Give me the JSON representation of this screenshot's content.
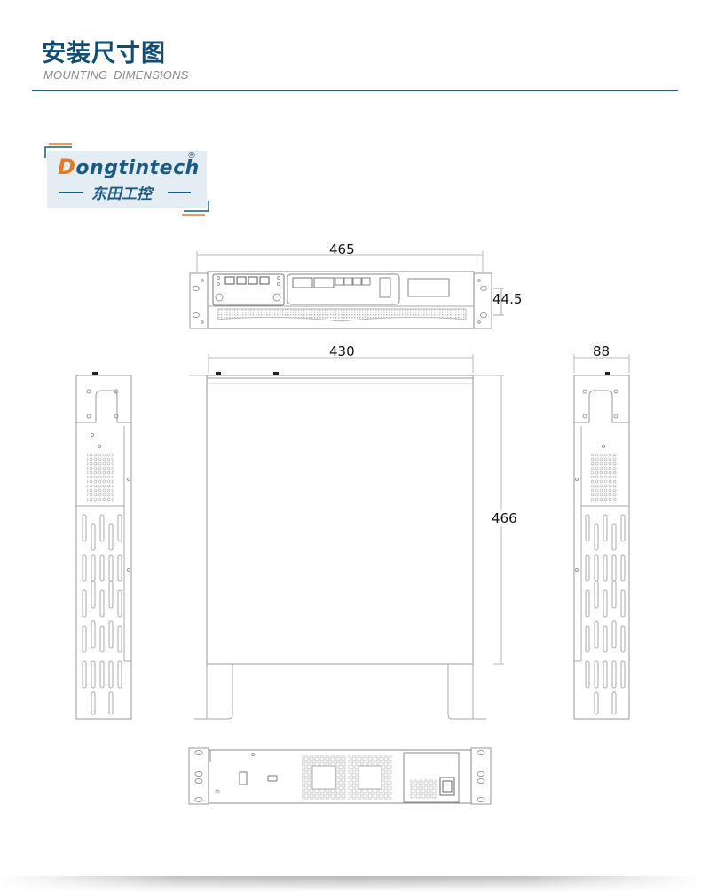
{
  "header": {
    "title": "安装尺寸图",
    "subtitle": "MOUNTING  DIMENSIONS"
  },
  "logo": {
    "brand_first_letter": "D",
    "brand_rest": "ongtintech",
    "registered_mark": "®",
    "chinese_name": "东田工控"
  },
  "dimensions": {
    "front_width": "465",
    "front_height": "44.5",
    "top_width": "430",
    "top_depth": "466",
    "side_width": "88"
  },
  "views": [
    "front-view",
    "top-view",
    "left-side-view",
    "right-side-view",
    "rear-view"
  ],
  "colors": {
    "title": "#0f4d73",
    "rule": "#1b5b7c",
    "logo_accent": "#e67a1c",
    "logo_bg": "#e4edf3",
    "line": "#9a9a9a"
  }
}
